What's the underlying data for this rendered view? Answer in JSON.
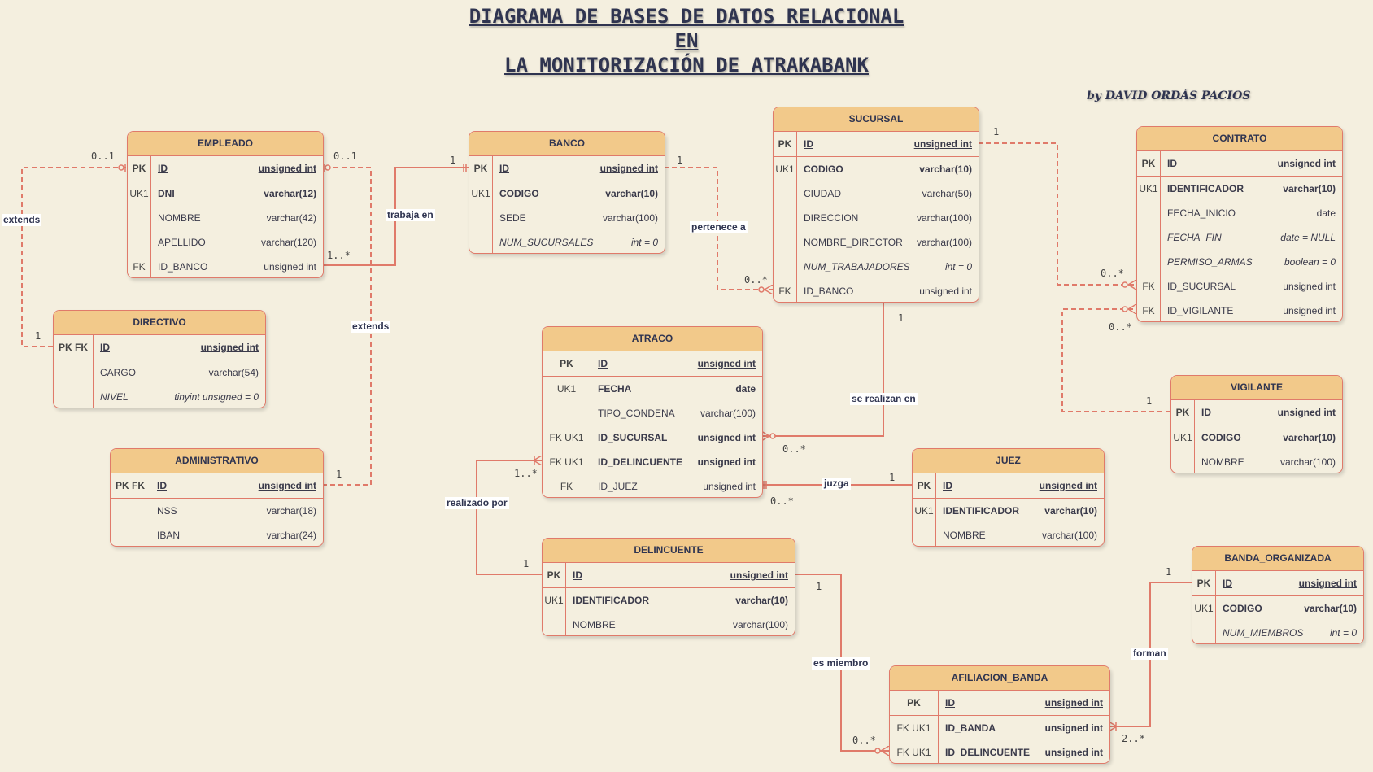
{
  "title": [
    "DIAGRAMA DE BASES DE DATOS RELACIONAL",
    "EN",
    "LA MONITORIZACIÓN DE ATRAKABANK"
  ],
  "author": "by DAVID ORDÁS PACIOS",
  "colors": {
    "background": "#F4EFDF",
    "header": "#F2C98A",
    "line": "#E07A6A",
    "text": "#2f3450"
  },
  "tables": {
    "empleado": {
      "name": "EMPLEADO",
      "rows": [
        {
          "key": "PK",
          "name": "ID",
          "type": "unsigned int"
        },
        {
          "key": "UK1",
          "name": "DNI",
          "type": "varchar(12)"
        },
        {
          "key": "",
          "name": "NOMBRE",
          "type": "varchar(42)"
        },
        {
          "key": "",
          "name": "APELLIDO",
          "type": "varchar(120)"
        },
        {
          "key": "FK",
          "name": "ID_BANCO",
          "type": "unsigned int"
        }
      ]
    },
    "directivo": {
      "name": "DIRECTIVO",
      "rows": [
        {
          "key": "PK FK",
          "name": "ID",
          "type": "unsigned int"
        },
        {
          "key": "",
          "name": "CARGO",
          "type": "varchar(54)"
        },
        {
          "key": "",
          "name": "NIVEL",
          "type": "tinyint unsigned = 0"
        }
      ]
    },
    "administrativo": {
      "name": "ADMINISTRATIVO",
      "rows": [
        {
          "key": "PK FK",
          "name": "ID",
          "type": "unsigned int"
        },
        {
          "key": "",
          "name": "NSS",
          "type": "varchar(18)"
        },
        {
          "key": "",
          "name": "IBAN",
          "type": "varchar(24)"
        }
      ]
    },
    "banco": {
      "name": "BANCO",
      "rows": [
        {
          "key": "PK",
          "name": "ID",
          "type": "unsigned int"
        },
        {
          "key": "UK1",
          "name": "CODIGO",
          "type": "varchar(10)"
        },
        {
          "key": "",
          "name": "SEDE",
          "type": "varchar(100)"
        },
        {
          "key": "",
          "name": "NUM_SUCURSALES",
          "type": "int = 0"
        }
      ]
    },
    "sucursal": {
      "name": "SUCURSAL",
      "rows": [
        {
          "key": "PK",
          "name": "ID",
          "type": "unsigned int"
        },
        {
          "key": "UK1",
          "name": "CODIGO",
          "type": "varchar(10)"
        },
        {
          "key": "",
          "name": "CIUDAD",
          "type": "varchar(50)"
        },
        {
          "key": "",
          "name": "DIRECCION",
          "type": "varchar(100)"
        },
        {
          "key": "",
          "name": "NOMBRE_DIRECTOR",
          "type": "varchar(100)"
        },
        {
          "key": "",
          "name": "NUM_TRABAJADORES",
          "type": "int = 0"
        },
        {
          "key": "FK",
          "name": "ID_BANCO",
          "type": "unsigned int"
        }
      ]
    },
    "contrato": {
      "name": "CONTRATO",
      "rows": [
        {
          "key": "PK",
          "name": "ID",
          "type": "unsigned int"
        },
        {
          "key": "UK1",
          "name": "IDENTIFICADOR",
          "type": "varchar(10)"
        },
        {
          "key": "",
          "name": "FECHA_INICIO",
          "type": "date"
        },
        {
          "key": "",
          "name": "FECHA_FIN",
          "type": "date = NULL"
        },
        {
          "key": "",
          "name": "PERMISO_ARMAS",
          "type": "boolean = 0"
        },
        {
          "key": "FK",
          "name": "ID_SUCURSAL",
          "type": "unsigned int"
        },
        {
          "key": "FK",
          "name": "ID_VIGILANTE",
          "type": "unsigned int"
        }
      ]
    },
    "vigilante": {
      "name": "VIGILANTE",
      "rows": [
        {
          "key": "PK",
          "name": "ID",
          "type": "unsigned int"
        },
        {
          "key": "UK1",
          "name": "CODIGO",
          "type": "varchar(10)"
        },
        {
          "key": "",
          "name": "NOMBRE",
          "type": "varchar(100)"
        }
      ]
    },
    "atraco": {
      "name": "ATRACO",
      "rows": [
        {
          "key": "PK",
          "name": "ID",
          "type": "unsigned int"
        },
        {
          "key": "UK1",
          "name": "FECHA",
          "type": "date"
        },
        {
          "key": "",
          "name": "TIPO_CONDENA",
          "type": "varchar(100)"
        },
        {
          "key": "FK UK1",
          "name": "ID_SUCURSAL",
          "type": "unsigned int"
        },
        {
          "key": "FK UK1",
          "name": "ID_DELINCUENTE",
          "type": "unsigned int"
        },
        {
          "key": "FK",
          "name": "ID_JUEZ",
          "type": "unsigned int"
        }
      ]
    },
    "juez": {
      "name": "JUEZ",
      "rows": [
        {
          "key": "PK",
          "name": "ID",
          "type": "unsigned int"
        },
        {
          "key": "UK1",
          "name": "IDENTIFICADOR",
          "type": "varchar(10)"
        },
        {
          "key": "",
          "name": "NOMBRE",
          "type": "varchar(100)"
        }
      ]
    },
    "delincuente": {
      "name": "DELINCUENTE",
      "rows": [
        {
          "key": "PK",
          "name": "ID",
          "type": "unsigned int"
        },
        {
          "key": "UK1",
          "name": "IDENTIFICADOR",
          "type": "varchar(10)"
        },
        {
          "key": "",
          "name": "NOMBRE",
          "type": "varchar(100)"
        }
      ]
    },
    "banda_organizada": {
      "name": "BANDA_ORGANIZADA",
      "rows": [
        {
          "key": "PK",
          "name": "ID",
          "type": "unsigned int"
        },
        {
          "key": "UK1",
          "name": "CODIGO",
          "type": "varchar(10)"
        },
        {
          "key": "",
          "name": "NUM_MIEMBROS",
          "type": "int = 0"
        }
      ]
    },
    "afiliacion_banda": {
      "name": "AFILIACION_BANDA",
      "rows": [
        {
          "key": "PK",
          "name": "ID",
          "type": "unsigned int"
        },
        {
          "key": "FK UK1",
          "name": "ID_BANDA",
          "type": "unsigned int"
        },
        {
          "key": "FK UK1",
          "name": "ID_DELINCUENTE",
          "type": "unsigned int"
        }
      ]
    }
  },
  "relationships": {
    "extends_directivo": "extends",
    "trabaja_en": "trabaja  en",
    "extends_administrativo": "extends",
    "pertenece_a": "pertenece a",
    "se_realizan_en": "se realizan en",
    "jugza": "juzga",
    "realizado_por": "realizado por",
    "es_miembro": "es miembro",
    "forman": "forman"
  },
  "cardinalities": {
    "emp_dir_emp": "0..1",
    "emp_dir_dir": "1",
    "emp_adm_emp": "0..1",
    "emp_adm_adm": "1",
    "emp_banco_emp": "1..*",
    "emp_banco_banco": "1",
    "banco_suc_banco": "1",
    "banco_suc_suc": "0..*",
    "suc_contrato_suc": "1",
    "suc_contrato_con": "0..*",
    "vig_contrato_con": "0..*",
    "vig_contrato_vig": "1",
    "suc_atraco_suc": "1",
    "suc_atraco_atr": "0..*",
    "juez_atraco_atr": "0..*",
    "juez_atraco_juez": "1",
    "del_atraco_atr": "1..*",
    "del_atraco_del": "1",
    "del_afil_del": "1",
    "del_afil_afil": "0..*",
    "banda_afil_banda": "1",
    "banda_afil_afil": "2..*"
  }
}
